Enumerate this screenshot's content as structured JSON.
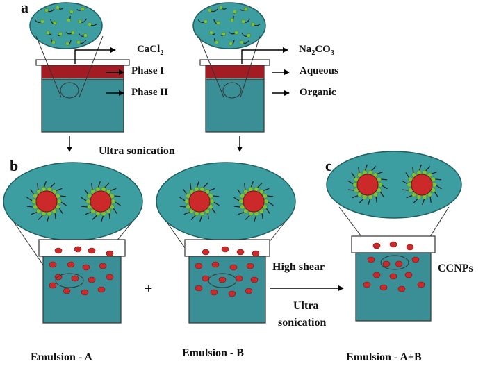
{
  "panels": {
    "a": "a",
    "b": "b",
    "c": "c"
  },
  "left_beaker": {
    "reagent": "CaCl",
    "reagent_sub": "2",
    "phase_top": "Phase I",
    "phase_bottom": "Phase II"
  },
  "right_beaker": {
    "reagent": "Na",
    "reagent_sub1": "2",
    "reagent_mid": "CO",
    "reagent_sub2": "3",
    "phase_top": "Aqueous",
    "phase_bottom": "Organic"
  },
  "process1": "Ultra sonication",
  "process2_top": "High shear",
  "process2_bottom_1": "Ultra",
  "process2_bottom_2": "sonication",
  "plus": "+",
  "product": "CCNPs",
  "emulsions": {
    "a": "Emulsion - A",
    "b": "Emulsion - B",
    "ab": "Emulsion - A+B"
  },
  "colors": {
    "liquid": "#3a8f96",
    "oval": "#3d9ea2",
    "red_layer": "#a31c24",
    "droplet": "#cc2a2a",
    "green_head": "#7ec23a"
  }
}
